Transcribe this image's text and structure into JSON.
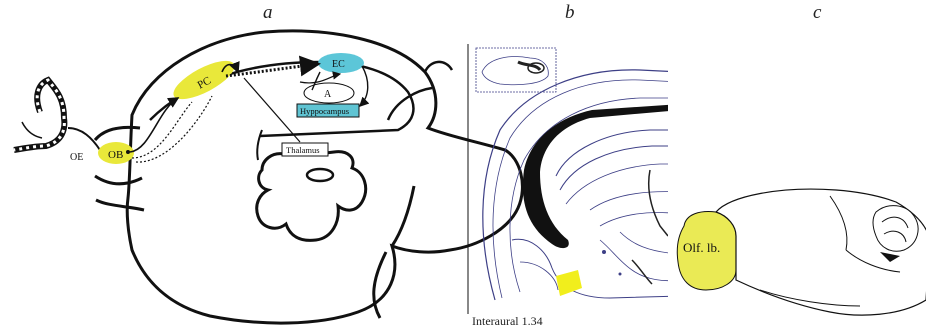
{
  "panels": {
    "a": {
      "letter": "a",
      "labels": {
        "oe": "OE",
        "ob": "OB",
        "pc": "PC",
        "ec": "EC",
        "amygdala": "A",
        "hippocampus": "Hyppocampus",
        "thalamus": "Thalamus"
      }
    },
    "b": {
      "letter": "b",
      "caption": "Interaural 1.34"
    },
    "c": {
      "letter": "c",
      "olf_label": "Olf. lb."
    }
  },
  "colors": {
    "highlight_yellow": "#e9e83a",
    "ec_teal": "#5cc6d8",
    "hippocampus_teal": "#5fc4d3",
    "line": "#111111",
    "section_line": "#3d3f86",
    "section_yellow": "#f1ee1c"
  }
}
